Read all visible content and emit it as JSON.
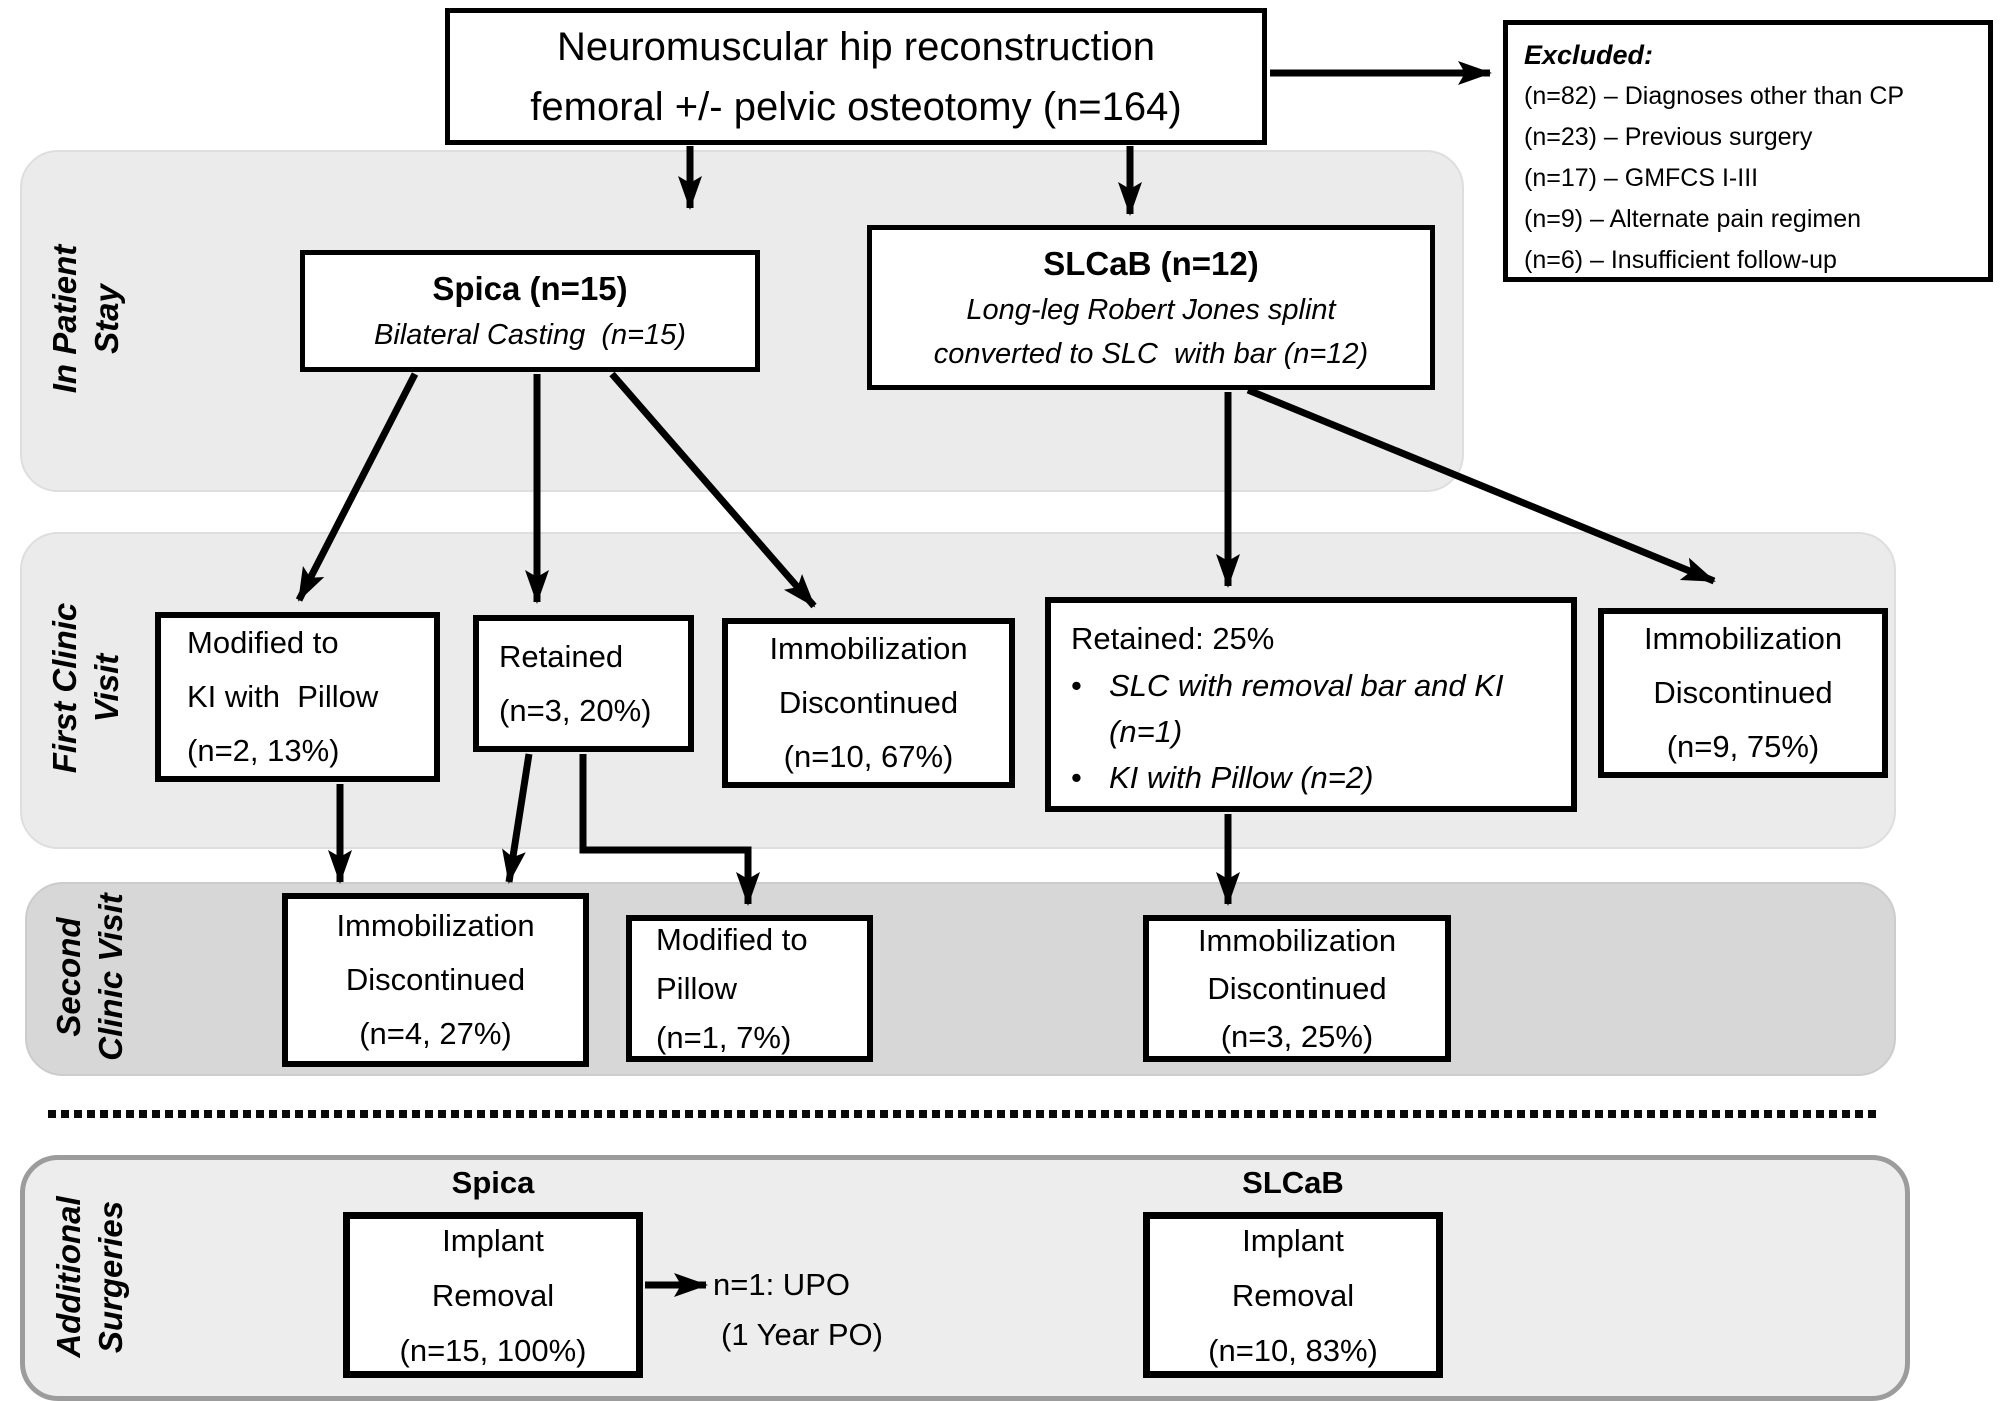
{
  "colors": {
    "band_light": "#ebebeb",
    "band_dark": "#d7d7d7",
    "band_frame_border": "#9c9c9c",
    "box_border": "#000000",
    "arrow": "#000000"
  },
  "root_box": {
    "line1": "Neuromuscular hip reconstruction",
    "line2": "femoral +/- pelvic osteotomy (n=164)"
  },
  "excluded_box": {
    "title": "Excluded:",
    "items": [
      "(n=82) – Diagnoses other than CP",
      "(n=23) – Previous surgery",
      "(n=17) – GMFCS I-III",
      "(n=9) – Alternate pain regimen",
      "(n=6) – Insufficient follow-up"
    ]
  },
  "bands": {
    "in_patient": {
      "label": [
        "In Patient",
        "Stay"
      ]
    },
    "first_clinic": {
      "label": [
        "First Clinic",
        "Visit"
      ]
    },
    "second_clinic": {
      "label": [
        "Second",
        "Clinic Visit"
      ]
    },
    "additional_surgeries": {
      "label": [
        "Additional",
        "Surgeries"
      ]
    }
  },
  "in_patient": {
    "spica": {
      "title": "Spica (n=15)",
      "subtitle": "Bilateral Casting  (n=15)"
    },
    "slcab": {
      "title": "SLCaB (n=12)",
      "subtitle_line1": "Long-leg Robert Jones splint",
      "subtitle_line2": "converted to SLC  with bar (n=12)"
    }
  },
  "first_clinic": {
    "modified_ki": {
      "lines": [
        "Modified to",
        "KI with  Pillow",
        "(n=2, 13%)"
      ]
    },
    "retained": {
      "lines": [
        "Retained",
        "(n=3, 20%)"
      ]
    },
    "immob_disc_spica": {
      "lines": [
        "Immobilization",
        "Discontinued",
        "(n=10, 67%)"
      ]
    },
    "retained_slcab": {
      "title": "Retained: 25%",
      "bullet_glyph": "•",
      "bullet1_line1": "SLC with removal bar and KI",
      "bullet1_line2": "(n=1)",
      "bullet2": "KI with Pillow (n=2)"
    },
    "immob_disc_slcab": {
      "lines": [
        "Immobilization",
        "Discontinued",
        "(n=9, 75%)"
      ]
    }
  },
  "second_clinic": {
    "immob_disc_spica": {
      "lines": [
        "Immobilization",
        "Discontinued",
        "(n=4, 27%)"
      ]
    },
    "modified_pillow": {
      "lines": [
        "Modified to",
        "Pillow",
        "(n=1, 7%)"
      ]
    },
    "immob_disc_slcab": {
      "lines": [
        "Immobilization",
        "Discontinued",
        "(n=3, 25%)"
      ]
    }
  },
  "additional_surgeries": {
    "spica_heading": "Spica",
    "slcab_heading": "SLCaB",
    "implant_removal_spica": {
      "lines": [
        "Implant",
        "Removal",
        "(n=15, 100%)"
      ]
    },
    "implant_removal_slcab": {
      "lines": [
        "Implant",
        "Removal",
        "(n=10, 83%)"
      ]
    },
    "upo_note": {
      "lines": [
        "n=1: UPO",
        "(1 Year PO)"
      ]
    }
  }
}
